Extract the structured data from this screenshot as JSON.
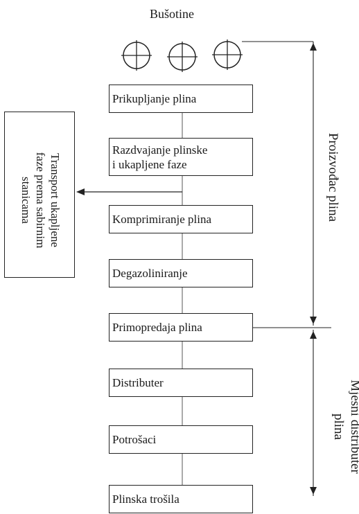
{
  "title": "Bušotine",
  "steps": [
    "Prikupljanje plina",
    "Razdvajanje plinske\ni ukapljene faze",
    "Komprimiranje plina",
    "Degazoliniranje",
    "Primopredaja plina",
    "Distributer",
    "Potrošaci",
    "Plinska trošila"
  ],
  "side_box": "Transport ukapljene\nfaze prema sabirnim\nstanicama",
  "labels": {
    "producer": "Proizvođac plina",
    "distributor": "Mjesni distributer\nplina"
  }
}
